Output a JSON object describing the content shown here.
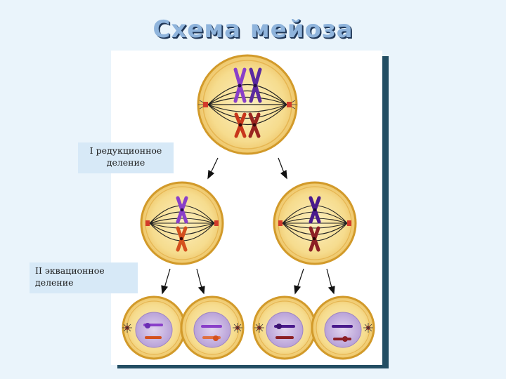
{
  "title": "Схема мейоза",
  "labels": {
    "first_division": "I редукционное деление",
    "second_division": "II эквационное деление"
  },
  "colors": {
    "cell_fill": "#f6dc8e",
    "cell_border": "#d29a2a",
    "spindle": "#222222",
    "chromosome_violet": "#8a3fc9",
    "chromosome_dark_violet": "#4a1a8c",
    "chromosome_red": "#c8361b",
    "chromosome_dark_red": "#8c1f25",
    "nucleus_fill": "#c9b6e0"
  }
}
